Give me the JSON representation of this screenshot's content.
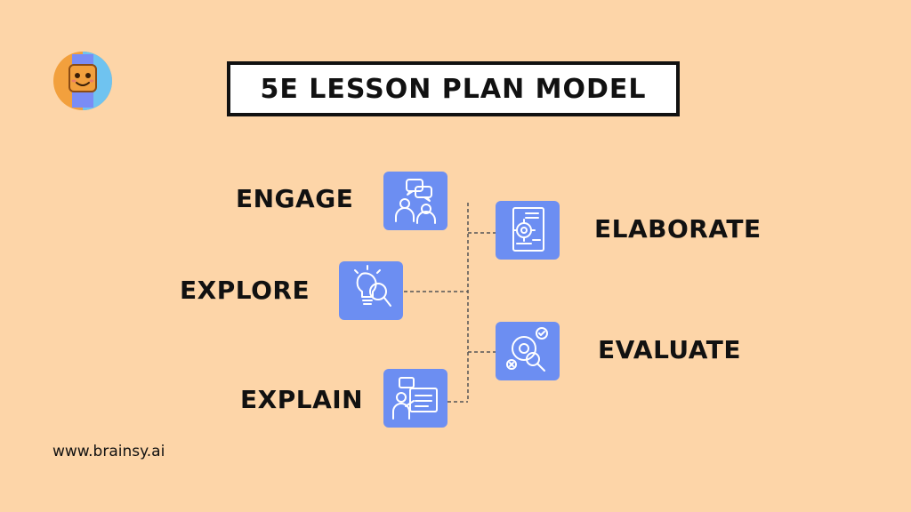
{
  "title": "5E LESSON PLAN MODEL",
  "stages": {
    "engage": "ENGAGE",
    "explore": "EXPLORE",
    "explain": "EXPLAIN",
    "elaborate": "ELABORATE",
    "evaluate": "EVALUATE"
  },
  "footer": "www.brainsy.ai",
  "colors": {
    "background": "#FDD5A8",
    "tile": "#6C8EF2",
    "text": "#111111",
    "connector": "#555555"
  },
  "icons": {
    "engage": "discussion-people-icon",
    "explore": "lightbulb-magnifier-icon",
    "explain": "presentation-board-icon",
    "elaborate": "gear-document-icon",
    "evaluate": "gear-check-magnifier-icon"
  }
}
